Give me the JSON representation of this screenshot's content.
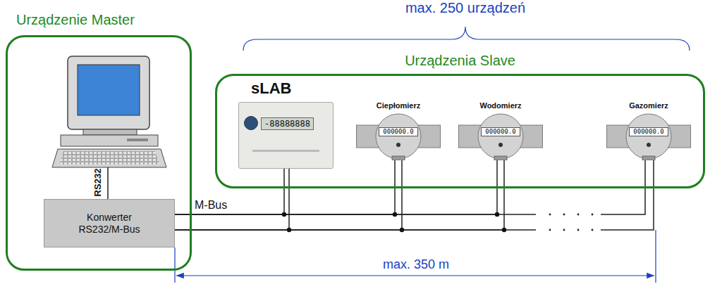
{
  "diagram": {
    "nodes": [
      {
        "text": [
          "Urządzenie Master"
        ]
      },
      {
        "text": [
          "Konwerter RS232/M-Bus"
        ],
        "in": 0
      },
      {
        "text": [
          "Urządzenia Slave"
        ]
      },
      {
        "text": [
          "sLAB",
          "-88888888"
        ],
        "in": 2
      },
      {
        "text": [
          "Ciepłomierz",
          "000000.0"
        ],
        "in": 2
      },
      {
        "text": [
          "Wodomierz",
          "000000.0"
        ],
        "in": 2
      },
      {
        "text": [
          "Gazomierz",
          "000000.0"
        ],
        "in": 2
      }
    ],
    "edges": [
      {
        "from": 1,
        "to": 3,
        "arrow": "none"
      },
      {
        "from": 1,
        "to": 4,
        "arrow": "none"
      },
      {
        "from": 1,
        "to": 5,
        "arrow": "none"
      },
      {
        "from": 1,
        "to": 6,
        "arrow": "none"
      }
    ],
    "labels": [
      "max. 250 urządzeń",
      "RS232",
      "M-Bus",
      "max. 350 m"
    ]
  }
}
